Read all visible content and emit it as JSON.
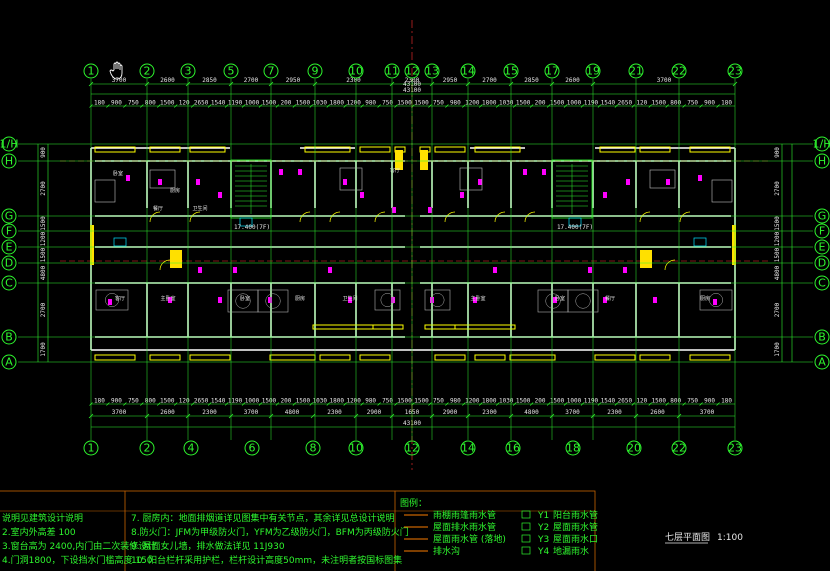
{
  "drawing": {
    "colors": {
      "background": "#000000",
      "grid": "#2ef62e",
      "dimension": "#e8e8e8",
      "wall": "#ffffff",
      "window": "#ffff00",
      "door": "#ff00ff",
      "hatch": "#ffe000",
      "red_line": "#ff3030",
      "cyan": "#00e5ff",
      "note_border": "#c86400"
    },
    "top_axes": [
      "1",
      "2",
      "3",
      "5",
      "7",
      "9",
      "10",
      "11",
      "12",
      "13",
      "14",
      "15",
      "17",
      "19",
      "21",
      "22",
      "23"
    ],
    "bottom_axes": [
      "1",
      "2",
      "4",
      "6",
      "8",
      "10",
      "12",
      "14",
      "16",
      "18",
      "20",
      "22",
      "23"
    ],
    "left_axes": [
      "1/H",
      "H",
      "G",
      "F",
      "E",
      "D",
      "C",
      "B",
      "A"
    ],
    "right_axes": [
      "1/H",
      "H",
      "G",
      "F",
      "E",
      "D",
      "C",
      "B",
      "A"
    ],
    "top_dim_row1": [
      "3700",
      "2600",
      "2850",
      "2700",
      "2950",
      "2300",
      "2300",
      "2950",
      "2700",
      "2850",
      "2600",
      "3700"
    ],
    "top_total": "43100",
    "bottom_dim_row1": [
      "3700",
      "2600",
      "2300",
      "3700",
      "4800",
      "2300",
      "2900",
      "1650",
      "2900",
      "2300",
      "4800",
      "3700",
      "2300",
      "2600",
      "3700"
    ],
    "bottom_total": "43100",
    "left_dims": [
      "900",
      "2700",
      "1500",
      "1200",
      "1500",
      "4800",
      "2700",
      "1700"
    ],
    "elevation_left": "17.400(7F)",
    "elevation_right": "17.400(7F)",
    "room_labels": [
      "卧室",
      "厨房",
      "餐厅",
      "卫生间",
      "客厅",
      "主卧室",
      "卧室",
      "厨房",
      "卫生间",
      "客厅",
      "主卧室",
      "卧室",
      "餐厅",
      "厨房"
    ],
    "notes": [
      {
        "left": "说明见建筑设计说明",
        "right": "7. 厨房内：地面排烟道详见图集中有关节点，其余详见总设计说明"
      },
      {
        "left": "2.室内外高差 100",
        "right": "8.防火门：JFM为甲级防火门，YFM为乙级防火门，BFM为丙级防火门"
      },
      {
        "left": "3.窗台高为 2400,内门由二次装修设计",
        "right": "9. 屋面女儿墙，排水做法详见 11J930"
      },
      {
        "left": "4.门洞1800，下设挡水门槛高度 150",
        "right": "10. 阳台栏杆采用护栏，栏杆设计高度50mm，未注明者按国标图集"
      }
    ],
    "legend": {
      "title": "图例：",
      "items": [
        {
          "code": "Y1",
          "label": "阳台雨水管"
        },
        {
          "code": "Y2",
          "label": "屋面雨水管"
        },
        {
          "code": "Y3",
          "label": "屋面雨水口"
        },
        {
          "code": "Y4",
          "label": "地漏雨水"
        }
      ],
      "rows_left": [
        "雨棚雨篷雨水管",
        "屋面排水雨水管",
        "屋面雨水管 (落地)",
        "排水沟"
      ]
    },
    "sheet_title": "七层平面图",
    "sheet_scale": "1:100"
  }
}
